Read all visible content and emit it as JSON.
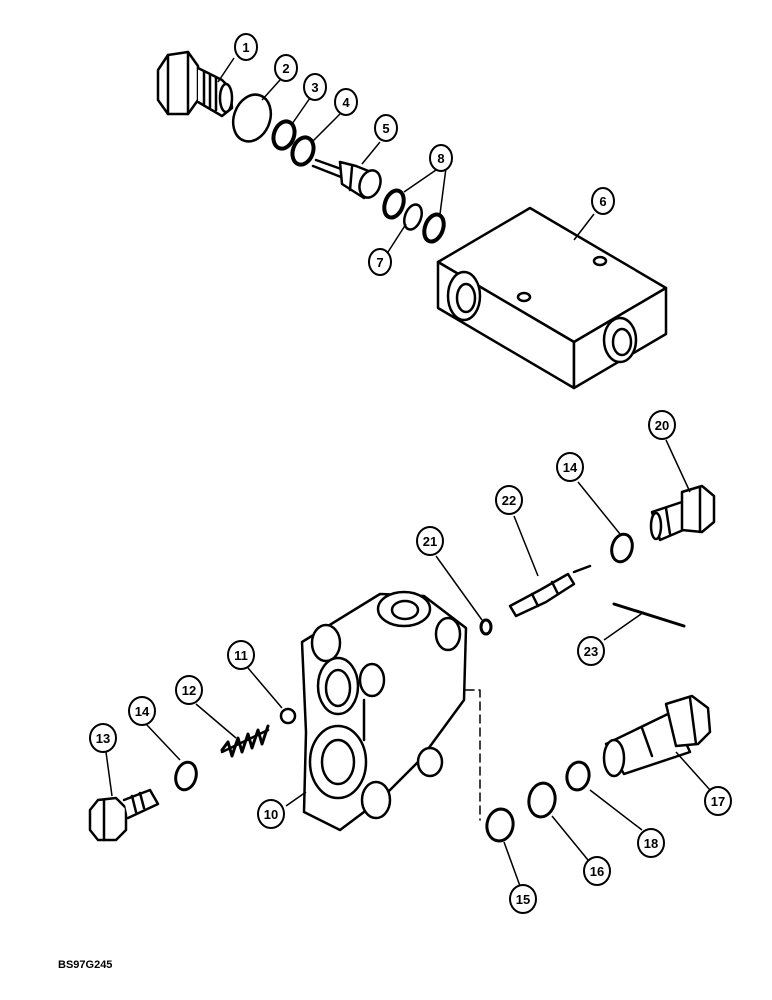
{
  "figure_code": "BS97G245",
  "callouts": [
    "1",
    "2",
    "3",
    "4",
    "5",
    "6",
    "7",
    "8",
    "10",
    "11",
    "12",
    "13",
    "14",
    "14",
    "15",
    "16",
    "17",
    "18",
    "20",
    "21",
    "22",
    "23"
  ],
  "colors": {
    "ink": "#000000",
    "paper": "#ffffff"
  }
}
